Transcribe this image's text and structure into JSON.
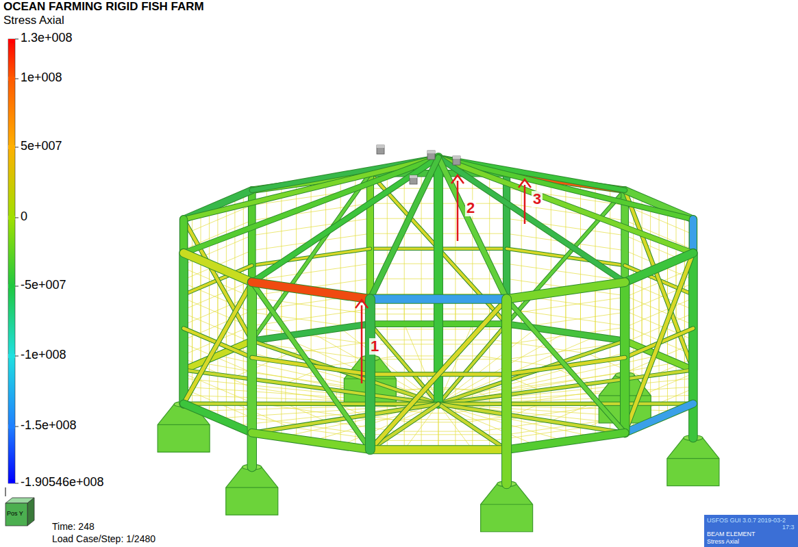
{
  "diagram": {
    "title": "OCEAN FARMING RIGID FISH FARM",
    "labels": [
      "Stress Axial",
      "1",
      "2",
      "3",
      "Time: 248",
      "Load Case/Step: 1/2480",
      "Pos Y",
      "USFOS GUI 3.0.7",
      "2019-03-2",
      "17:3",
      "BEAM ELEMENT",
      "Stress Axial"
    ],
    "legend": [
      {
        "text": "1.3e+008",
        "color": "#ff0000"
      },
      {
        "text": "1e+008",
        "color": "#ff5a00"
      },
      {
        "text": "5e+007",
        "color": "#ffb000"
      },
      {
        "text": "0",
        "color": "#a0e000"
      },
      {
        "text": "-5e+007",
        "color": "#20c840"
      },
      {
        "text": "-1e+008",
        "color": "#20e0e0"
      },
      {
        "text": "-1.5e+008",
        "color": "#2080ff"
      },
      {
        "text": "-1.90546e+008",
        "color": "#0000ff"
      }
    ]
  }
}
